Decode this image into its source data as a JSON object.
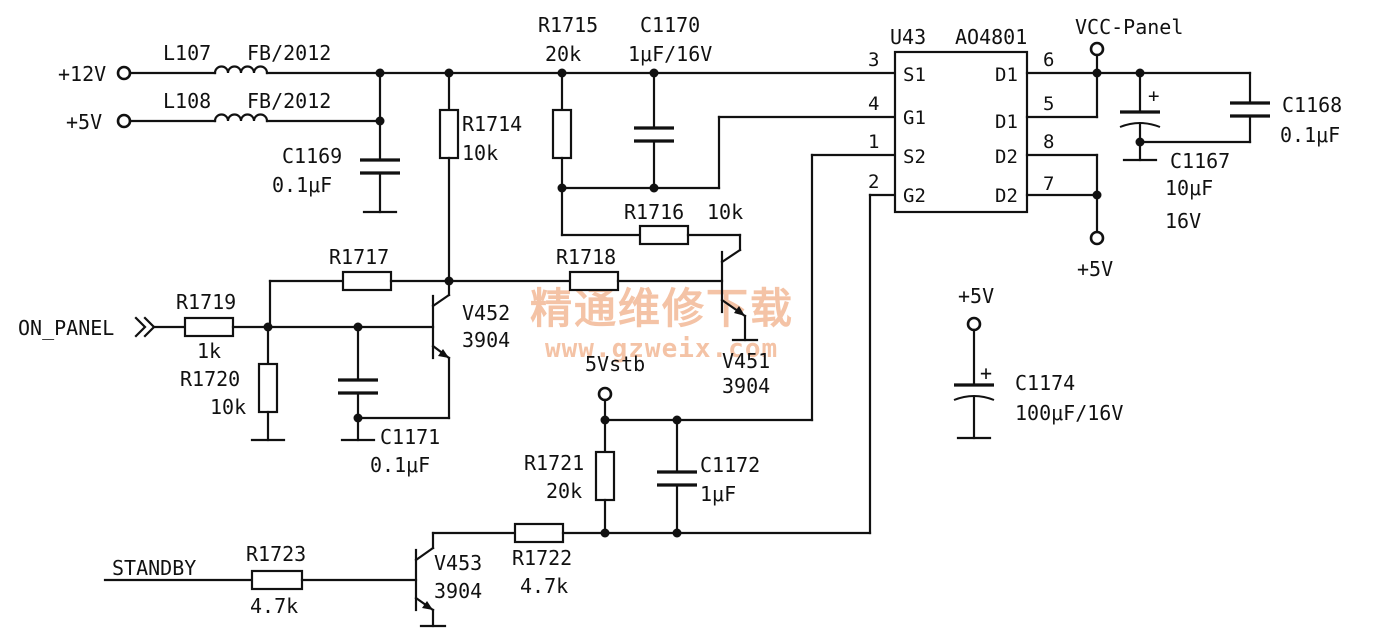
{
  "watermark": {
    "cn": "精通维修下载",
    "url": "www.gzweix.com"
  },
  "nets": {
    "v12": "+12V",
    "v5": "+5V",
    "on_panel": "ON_PANEL",
    "standby": "STANDBY",
    "v5stb": "5Vstb",
    "vcc_panel": "VCC-Panel",
    "v5_bottom": "+5V",
    "v5_c1174": "+5V"
  },
  "inductors": [
    {
      "ref": "L107",
      "value": "FB/2012"
    },
    {
      "ref": "L108",
      "value": "FB/2012"
    }
  ],
  "resistors": {
    "r1714": {
      "ref": "R1714",
      "value": "10k"
    },
    "r1715": {
      "ref": "R1715",
      "value": "20k"
    },
    "r1716": {
      "ref": "R1716",
      "value": "10k"
    },
    "r1717": {
      "ref": "R1717"
    },
    "r1718": {
      "ref": "R1718"
    },
    "r1719": {
      "ref": "R1719",
      "value": "1k"
    },
    "r1720": {
      "ref": "R1720",
      "value": "10k"
    },
    "r1721": {
      "ref": "R1721",
      "value": "20k"
    },
    "r1722": {
      "ref": "R1722",
      "value": "4.7k"
    },
    "r1723": {
      "ref": "R1723",
      "value": "4.7k"
    }
  },
  "capacitors": {
    "c1167": {
      "ref": "C1167",
      "value": "10μF",
      "voltage": "16V",
      "polarity": "+"
    },
    "c1168": {
      "ref": "C1168",
      "value": "0.1μF"
    },
    "c1169": {
      "ref": "C1169",
      "value": "0.1μF"
    },
    "c1170": {
      "ref": "C1170",
      "value": "1μF/16V"
    },
    "c1171": {
      "ref": "C1171",
      "value": "0.1μF"
    },
    "c1172": {
      "ref": "C1172",
      "value": "1μF"
    },
    "c1174": {
      "ref": "C1174",
      "value": "100μF/16V",
      "polarity": "+"
    }
  },
  "transistors": {
    "v451": {
      "ref": "V451",
      "part": "3904"
    },
    "v452": {
      "ref": "V452",
      "part": "3904"
    },
    "v453": {
      "ref": "V453",
      "part": "3904"
    }
  },
  "ic": {
    "ref": "U43",
    "part": "AO4801",
    "pins_left": [
      {
        "num": "3",
        "name": "S1"
      },
      {
        "num": "4",
        "name": "G1"
      },
      {
        "num": "1",
        "name": "S2"
      },
      {
        "num": "2",
        "name": "G2"
      }
    ],
    "pins_right": [
      {
        "num": "6",
        "name": "D1"
      },
      {
        "num": "5",
        "name": "D1"
      },
      {
        "num": "8",
        "name": "D2"
      },
      {
        "num": "7",
        "name": "D2"
      }
    ]
  }
}
